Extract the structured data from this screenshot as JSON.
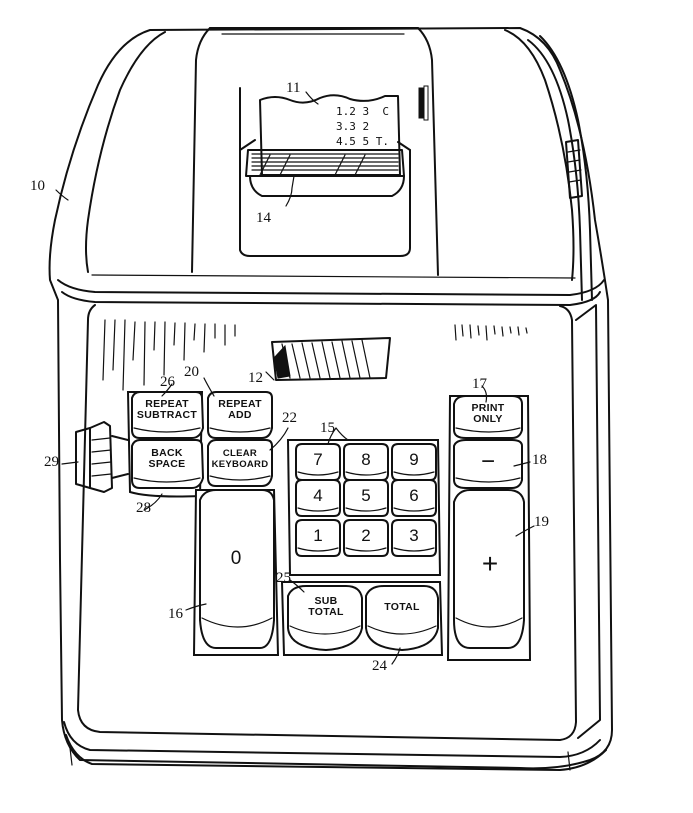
{
  "tape": {
    "lines": [
      "1.2 3  C",
      "3.3 2",
      "4.5 5 T."
    ]
  },
  "keys": {
    "repeat_subtract": [
      "REPEAT",
      "SUBTRACT"
    ],
    "repeat_add": [
      "REPEAT",
      "ADD"
    ],
    "back_space": [
      "BACK",
      "SPACE"
    ],
    "clear_keyboard": [
      "CLEAR",
      "KEYBOARD"
    ],
    "print_only": [
      "PRINT",
      "ONLY"
    ],
    "sub_total": [
      "SUB",
      "TOTAL"
    ],
    "total": "TOTAL",
    "zero": "0",
    "minus": "−",
    "plus": "+",
    "digits": [
      "7",
      "8",
      "9",
      "4",
      "5",
      "6",
      "1",
      "2",
      "3"
    ]
  },
  "reference_numerals": {
    "r10": "10",
    "r11": "11",
    "r12": "12",
    "r14": "14",
    "r15": "15",
    "r16": "16",
    "r17": "17",
    "r18": "18",
    "r19": "19",
    "r20": "20",
    "r22": "22",
    "r24": "24",
    "r25": "25",
    "r26": "26",
    "r28": "28",
    "r29": "29"
  }
}
